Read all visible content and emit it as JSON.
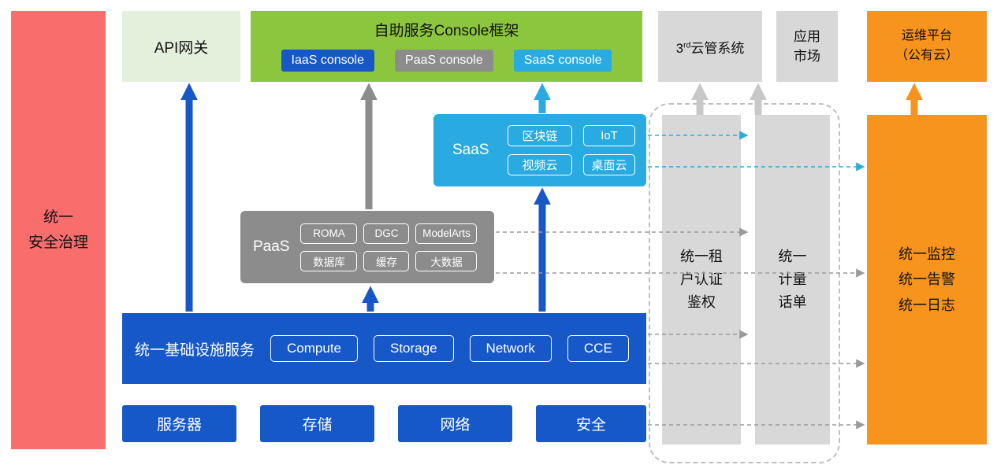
{
  "colors": {
    "red": "#F96D6D",
    "pale_green": "#E4F0DC",
    "green": "#8CC63F",
    "blue": "#1658C7",
    "gray": "#8C8C8C",
    "light_gray": "#D8D8D8",
    "cyan": "#29ABE2",
    "orange": "#F7941E"
  },
  "security_bar": {
    "label": "统一\n安全治理"
  },
  "api_gateway": {
    "label": "API网关"
  },
  "console_frame": {
    "title": "自助服务Console框架",
    "consoles": [
      {
        "label": "IaaS console",
        "color": "#1658C7"
      },
      {
        "label": "PaaS console",
        "color": "#8C8C8C"
      },
      {
        "label": "SaaS console",
        "color": "#29ABE2"
      }
    ]
  },
  "third_cloud": {
    "num": "3",
    "sup": "rd",
    "rest": "云管系统"
  },
  "app_market": {
    "label": "应用\n市场"
  },
  "om_platform": {
    "label": "运维平台\n（公有云）"
  },
  "saas": {
    "label": "SaaS",
    "items": [
      "区块链",
      "IoT",
      "视频云",
      "桌面云"
    ]
  },
  "paas": {
    "label": "PaaS",
    "items": [
      "ROMA",
      "DGC",
      "ModelArts",
      "数据库",
      "缓存",
      "大数据"
    ]
  },
  "iaas": {
    "label": "统一基础设施服务",
    "items": [
      "Compute",
      "Storage",
      "Network",
      "CCE"
    ]
  },
  "hardware": {
    "items": [
      "服务器",
      "存储",
      "网络",
      "安全"
    ]
  },
  "auth_bar": {
    "label": "统一租\n户认证\n鉴权"
  },
  "metering_bar": {
    "label": "统一\n计量\n话单"
  },
  "monitor_bar": {
    "label": "统一监控\n统一告警\n统一日志"
  }
}
